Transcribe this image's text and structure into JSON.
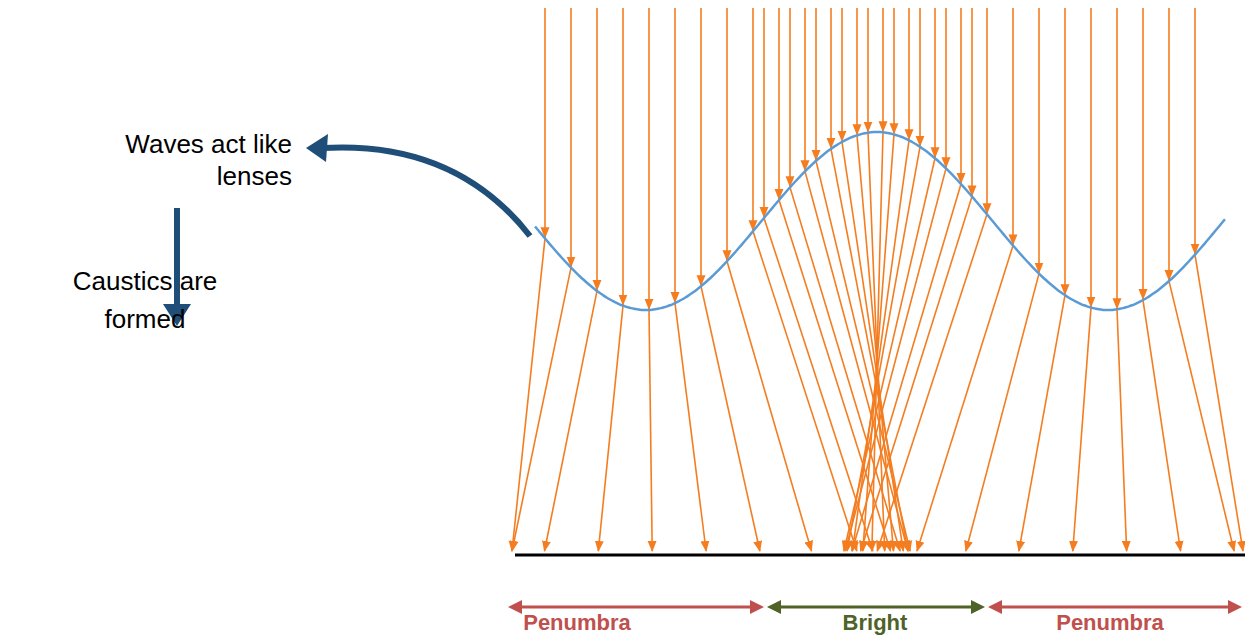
{
  "diagram": {
    "labels": [
      "Waves act like lenses",
      "Caustics are formed",
      "Penumbra",
      "Bright",
      "Penumbra"
    ]
  }
}
